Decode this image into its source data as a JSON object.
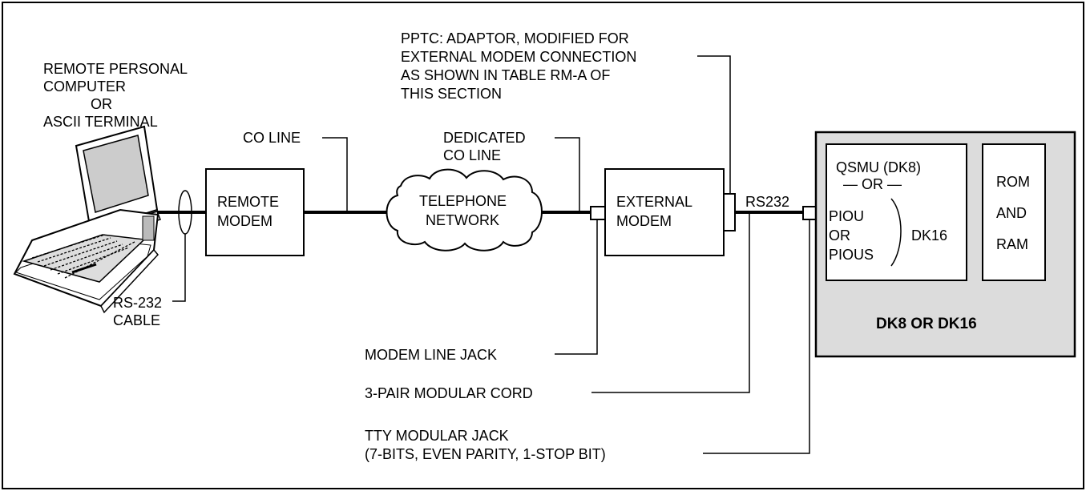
{
  "labels": {
    "remote_pc_line1": "REMOTE PERSONAL",
    "remote_pc_line2": "COMPUTER",
    "remote_pc_line3": "OR",
    "remote_pc_line4": "ASCII TERMINAL",
    "co_line": "CO LINE",
    "dedicated_line1": "DEDICATED",
    "dedicated_line2": "CO LINE",
    "pptc_line1": "PPTC: ADAPTOR, MODIFIED FOR",
    "pptc_line2": "EXTERNAL MODEM CONNECTION",
    "pptc_line3": "AS SHOWN IN TABLE RM-A OF",
    "pptc_line4": "THIS SECTION",
    "rs232_cable_line1": "RS-232",
    "rs232_cable_line2": "CABLE",
    "modem_line_jack": "MODEM LINE JACK",
    "modular_cord": "3-PAIR MODULAR CORD",
    "tty_line1": "TTY MODULAR JACK",
    "tty_line2": "(7-BITS, EVEN PARITY, 1-STOP BIT)",
    "rs232": "RS232"
  },
  "boxes": {
    "remote_modem_line1": "REMOTE",
    "remote_modem_line2": "MODEM",
    "telephone_line1": "TELEPHONE",
    "telephone_line2": "NETWORK",
    "external_modem_line1": "EXTERNAL",
    "external_modem_line2": "MODEM",
    "qsmu": "QSMU (DK8)",
    "or_divider": "— OR —",
    "piou": "PIOU",
    "piou_or": "OR",
    "pious": "PIOUS",
    "dk16": "DK16",
    "rom": "ROM",
    "and": "AND",
    "ram": "RAM",
    "system_title": "DK8 OR DK16"
  },
  "colors": {
    "system_fill": "#dcdcdc",
    "line": "#000000",
    "background": "#ffffff"
  }
}
